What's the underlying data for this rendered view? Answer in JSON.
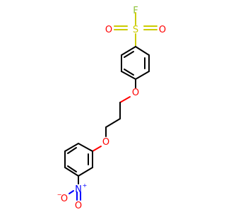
{
  "molecule": {
    "atoms": {
      "F": "F",
      "S": "S",
      "O_sulfonyl_left": "O",
      "O_sulfonyl_right": "O",
      "O_ether_top": "O",
      "O_ether_bottom": "O",
      "N": "N",
      "N_charge": "+",
      "O_nitro_left": "O",
      "O_nitro_left_charge": "−",
      "O_nitro_bottom": "O"
    },
    "colors": {
      "oxygen": "#ff0000",
      "sulfur": "#cccc00",
      "fluorine": "#8fc33a",
      "nitrogen": "#0000ff",
      "carbon_bond": "#000000"
    }
  }
}
